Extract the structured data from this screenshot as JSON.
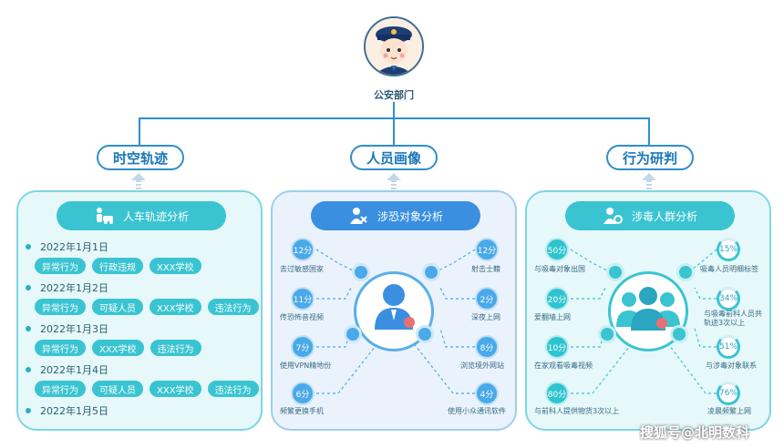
{
  "root": {
    "label": "公安部门",
    "icon": "police-officer-icon"
  },
  "categories": [
    {
      "label": "时空轨迹"
    },
    {
      "label": "人员画像"
    },
    {
      "label": "行为研判"
    }
  ],
  "panel1": {
    "title": "人车轨迹分析",
    "icon": "person-car-icon",
    "entries": [
      {
        "date": "2022年1月1日",
        "tags": [
          "异常行为",
          "行政违规",
          "XXX学校"
        ]
      },
      {
        "date": "2022年1月2日",
        "tags": [
          "异常行为",
          "可疑人员",
          "XXX学校",
          "违法行为"
        ]
      },
      {
        "date": "2022年1月3日",
        "tags": [
          "异常行为",
          "XXX学校",
          "违法行为"
        ]
      },
      {
        "date": "2022年1月4日",
        "tags": [
          "异常行为",
          "可疑人员",
          "XXX学校",
          "违法行为"
        ]
      },
      {
        "date": "2022年1月5日",
        "tags": []
      }
    ]
  },
  "panel2": {
    "title": "涉恐对象分析",
    "icon": "terror-suspect-icon",
    "left": [
      {
        "score": "12分",
        "label": "去过敏感国家"
      },
      {
        "score": "11分",
        "label": "传恐怖音视频"
      },
      {
        "score": "7分",
        "label": "使用VPN精地份"
      },
      {
        "score": "6分",
        "label": "频繁更换手机"
      }
    ],
    "right": [
      {
        "score": "12分",
        "label": "射击士籍"
      },
      {
        "score": "2分",
        "label": "深夜上网"
      },
      {
        "score": "8分",
        "label": "浏览境外网站"
      },
      {
        "score": "4分",
        "label": "使用小众通讯软件"
      }
    ]
  },
  "panel3": {
    "title": "涉毒人群分析",
    "icon": "drug-group-icon",
    "left": [
      {
        "score": "50分",
        "label": "与吸毒对象出国"
      },
      {
        "score": "20分",
        "label": "爱翻墙上网"
      },
      {
        "score": "10分",
        "label": "在家观看吸毒视频"
      },
      {
        "score": "80分",
        "label": "与前科人提供物货3次以上"
      }
    ],
    "right": [
      {
        "score": "15%",
        "label": "吸毒人员明细标签"
      },
      {
        "score": "34%",
        "label": "与吸毒前科人员共轨迹3次以上"
      },
      {
        "score": "51%",
        "label": "与涉毒对象联系"
      },
      {
        "score": "76%",
        "label": "凌晨频繁上网"
      }
    ]
  },
  "watermark": "搜狐号@北明数科",
  "colors": {
    "primary": "#2f8fc9",
    "teal": "#3ac4d2",
    "blue": "#3a8fe0"
  }
}
